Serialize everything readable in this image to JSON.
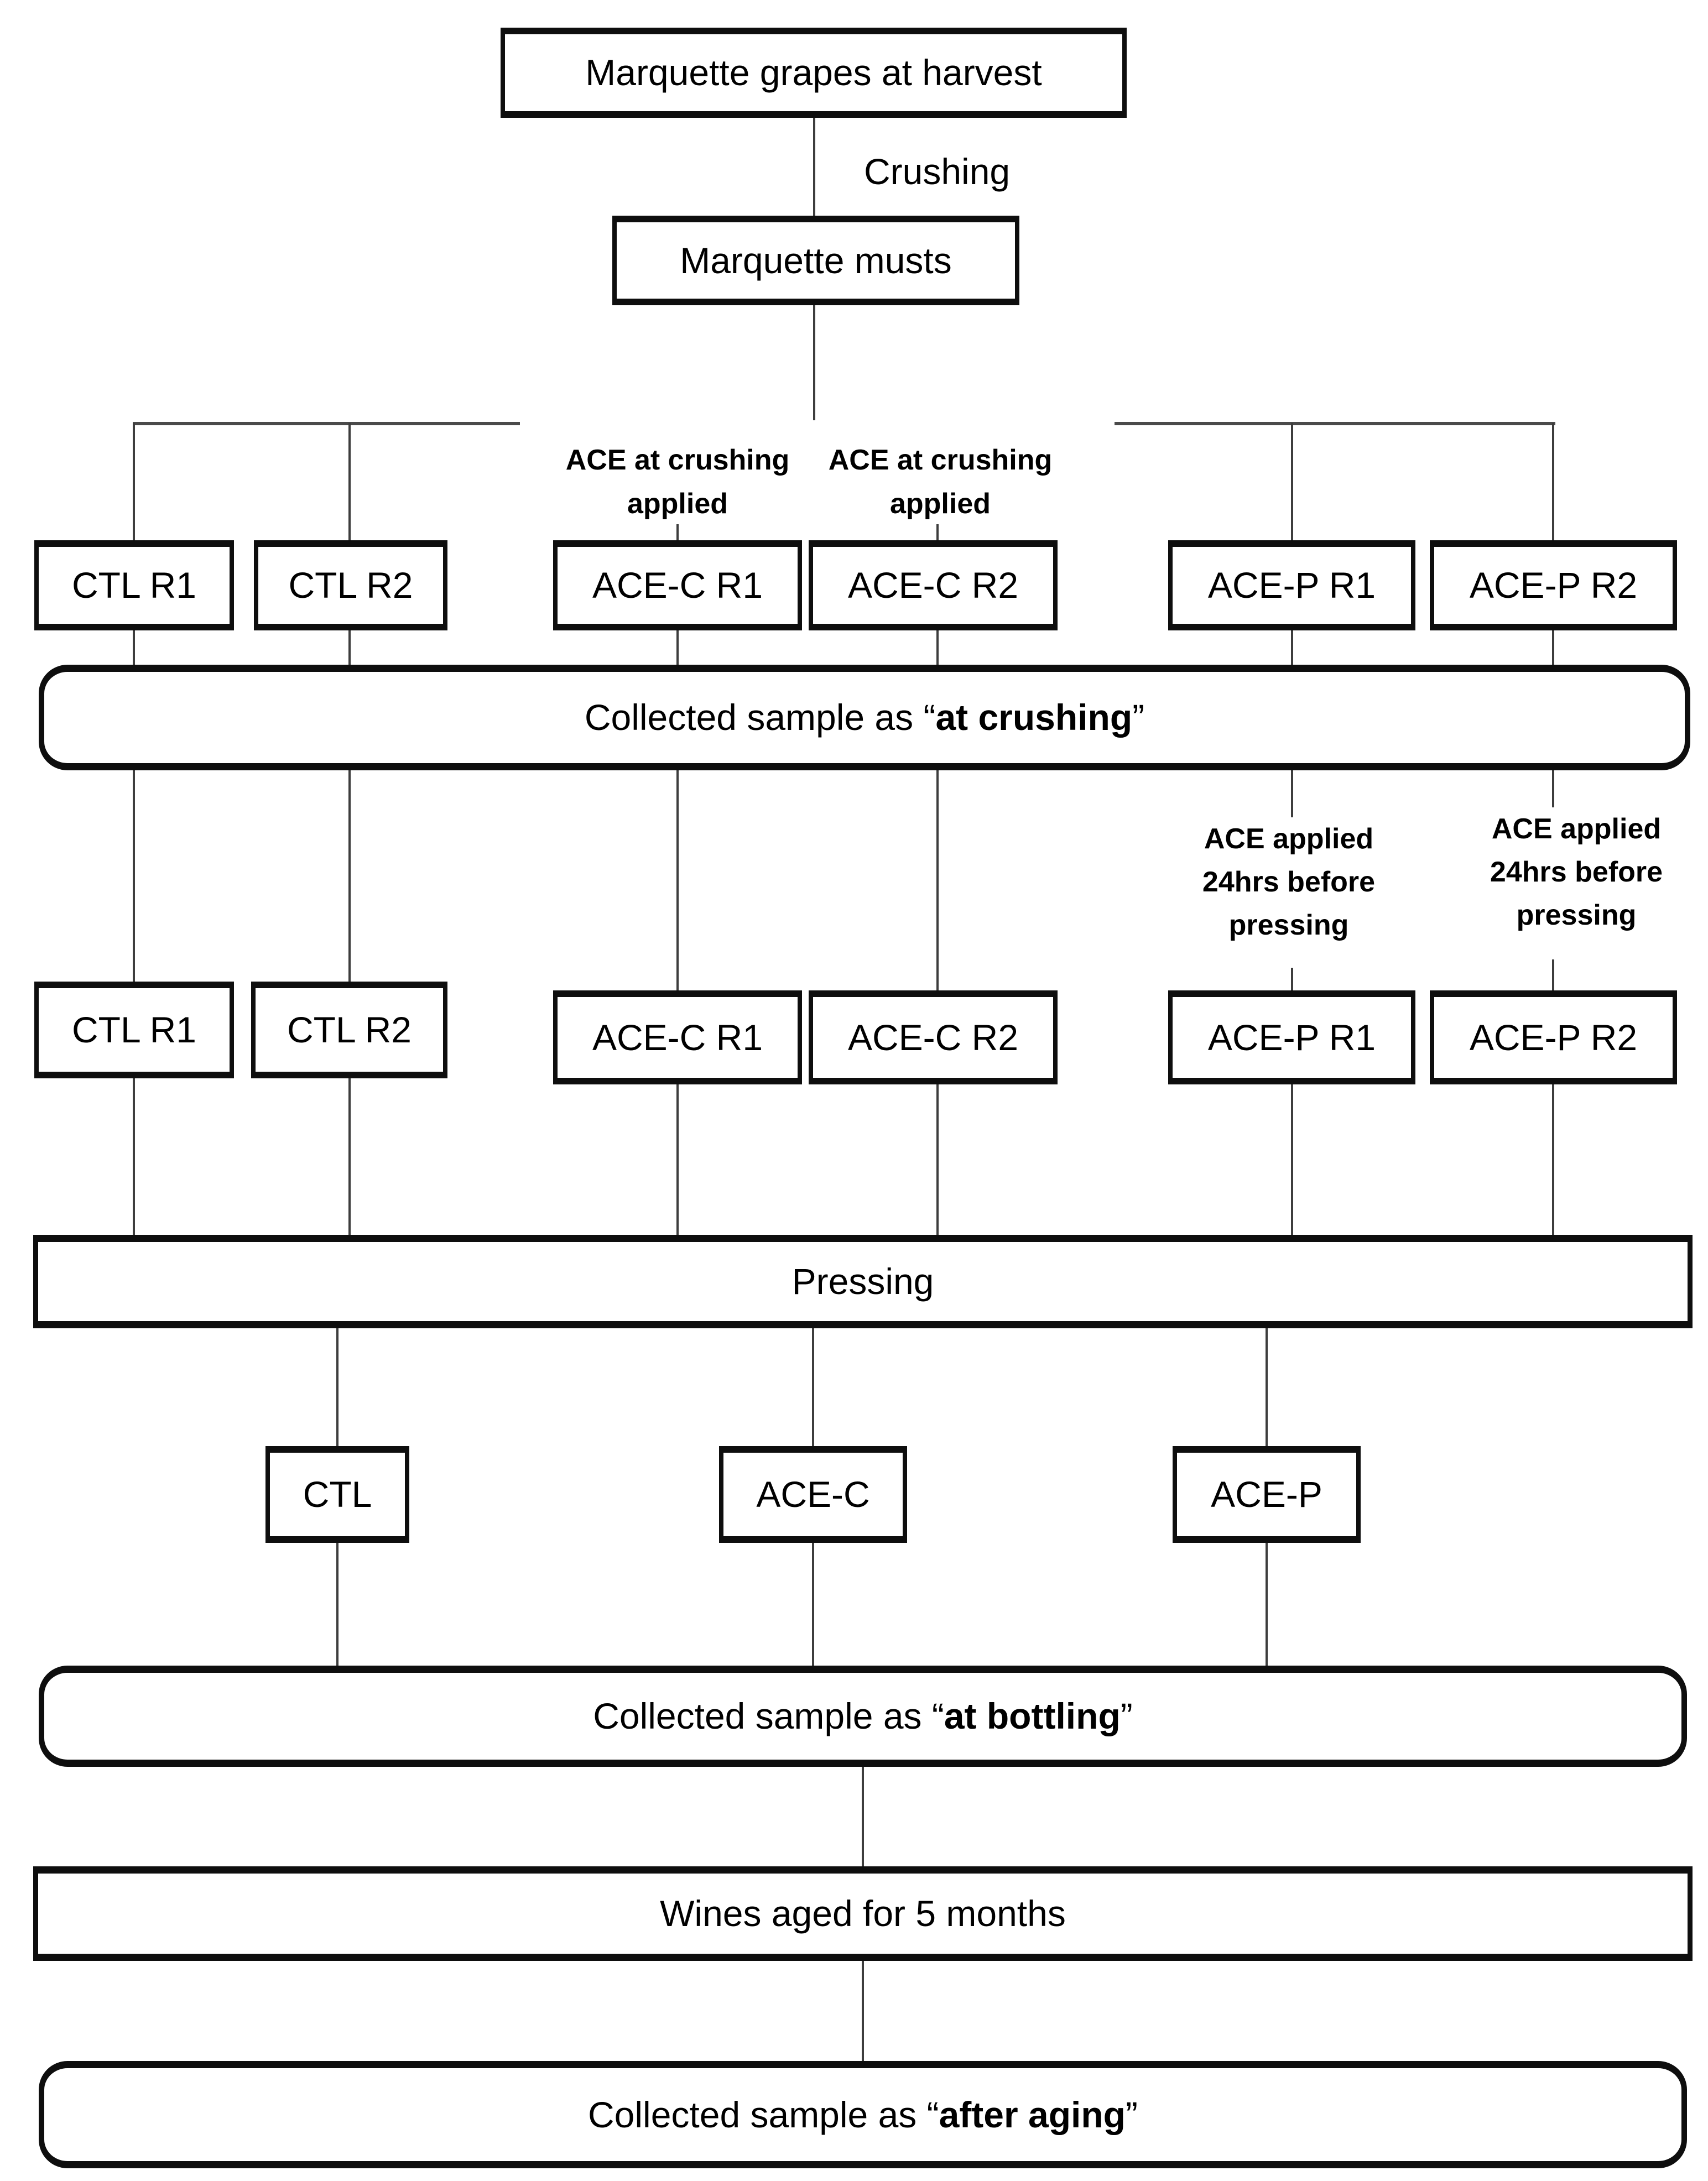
{
  "figure": {
    "background_color": "#ffffff",
    "line_color": "#3d3d3d",
    "border_color": "#0e0e0e",
    "nodes": {
      "harvest": "Marquette grapes at harvest",
      "crushing_edge": "Crushing",
      "musts": "Marquette musts",
      "row1": [
        "CTL R1",
        "CTL R2",
        "ACE-C R1",
        "ACE-C R2",
        "ACE-P R1",
        "ACE-P R2"
      ],
      "row2": [
        "CTL R1",
        "CTL R2",
        "ACE-C R1",
        "ACE-C R2",
        "ACE-P R1",
        "ACE-P R2"
      ],
      "pressing": "Pressing",
      "row3": [
        "CTL",
        "ACE-C",
        "ACE-P"
      ],
      "aged": "Wines aged for 5 months"
    },
    "notes": {
      "ace_crushing_1": "ACE at crushing applied",
      "ace_crushing_2": "ACE at crushing applied",
      "ace_pressing_1": "ACE applied 24hrs before pressing",
      "ace_pressing_2": "ACE applied 24hrs before pressing"
    },
    "collected": {
      "crushing": {
        "prefix": "Collected sample as “",
        "emph": "at crushing",
        "suffix": "”"
      },
      "bottling": {
        "prefix": "Collected sample as “",
        "emph": "at bottling",
        "suffix": "”"
      },
      "aging": {
        "prefix": "Collected sample as “",
        "emph": "after aging",
        "suffix": "”"
      }
    }
  }
}
